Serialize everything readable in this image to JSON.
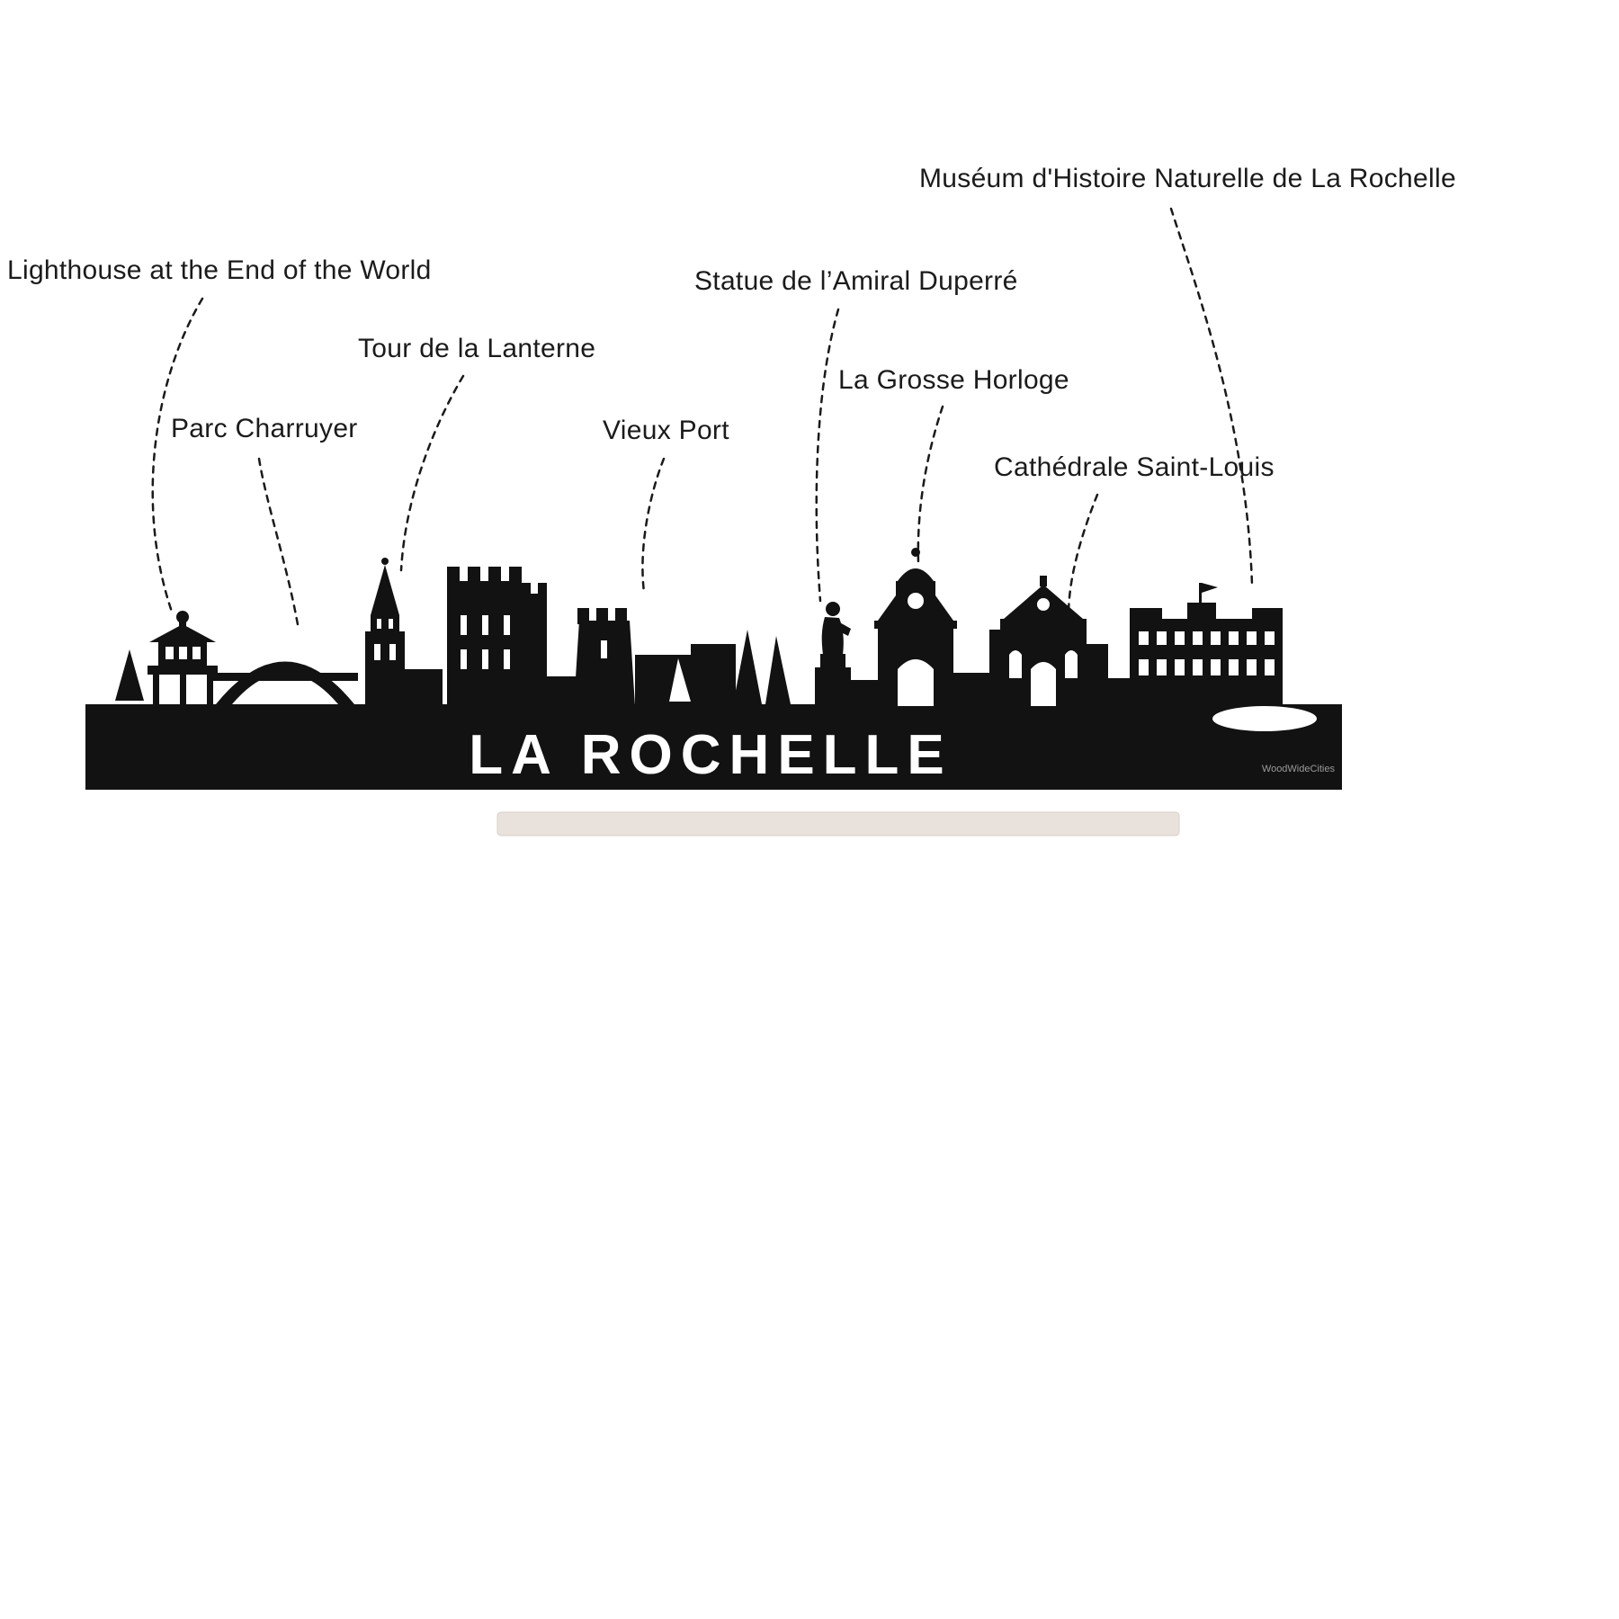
{
  "figure": {
    "city_title": "LA ROCHELLE",
    "watermark": "WoodWideCities"
  },
  "labels": [
    {
      "id": "museum",
      "text": "Muséum d'Histoire Naturelle de La Rochelle"
    },
    {
      "id": "lighthouse",
      "text": "Lighthouse at the End of the World"
    },
    {
      "id": "statue",
      "text": "Statue de l’Amiral Duperré"
    },
    {
      "id": "lanterne",
      "text": "Tour de la Lanterne"
    },
    {
      "id": "horloge",
      "text": "La Grosse Horloge"
    },
    {
      "id": "parc",
      "text": "Parc Charruyer"
    },
    {
      "id": "vieux-port",
      "text": "Vieux Port"
    },
    {
      "id": "cathedrale",
      "text": "Cathédrale Saint-Louis"
    }
  ],
  "colors": {
    "background": "#ffffff",
    "silhouette": "#121212",
    "label_text": "#1b1b1b",
    "stand": "#e9e2dc",
    "watermark_text": "#9a9a9a"
  }
}
